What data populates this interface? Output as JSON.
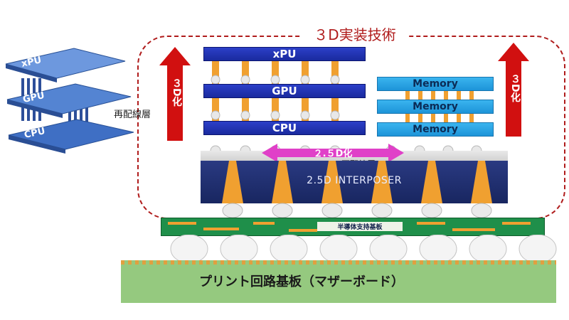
{
  "title": "３D実装技術",
  "chips": {
    "xpu": "xPU",
    "gpu": "GPU",
    "cpu": "CPU",
    "memory": [
      "Memory",
      "Memory",
      "Memory"
    ]
  },
  "labels": {
    "left_arrow": "３D化",
    "right_arrow": "３D化",
    "lateral": "２.５D化",
    "rdl_center": "再配線層",
    "rdl_left": "再配線層",
    "interposer": "2.5D INTERPOSER",
    "substrate": "半導体支持基板",
    "motherboard": "プリント回路基板（マザーボード）"
  },
  "mini_stack": [
    "xPU",
    "GPU",
    "CPU"
  ],
  "colors": {
    "accent_red": "#b01c1c",
    "chip_blue": "#1f32b4",
    "memory_blue": "#2aa5e6",
    "interposer": "#1f2f70",
    "arrow_magenta": "#e040c8",
    "board_green": "#95c97f",
    "substrate_green": "#1f8f4a",
    "via_orange": "#f0a030"
  }
}
